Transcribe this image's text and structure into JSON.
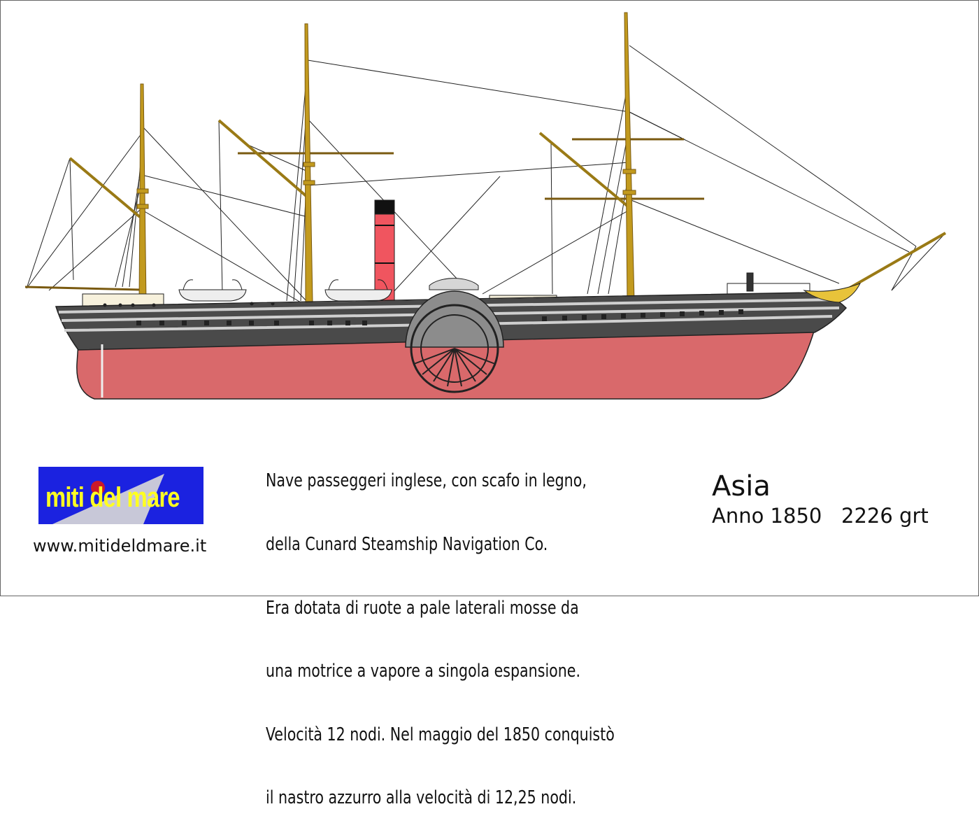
{
  "ship_name": "Asia",
  "year_label": "Anno 1850",
  "tonnage": "2226 grt",
  "description_lines": [
    "Nave passeggeri inglese, con scafo in legno,",
    "della Cunard Steamship Navigation Co.",
    "Era dotata di ruote a pale laterali mosse da",
    "una motrice a vapore a singola espansione.",
    "Velocità 12 nodi. Nel maggio del 1850 conquistò",
    "il nastro azzurro alla velocità di 12,25 nodi."
  ],
  "logo": {
    "text": "miti del mare"
  },
  "website": "www.mitideldmare.it",
  "colors": {
    "hull_bottom": "#d9696b",
    "hull_upper": "#4a4a4a",
    "funnel": "#f0555f",
    "mast": "#c29a1e",
    "logo_bg": "#1b22e0",
    "logo_text": "#ffff22"
  }
}
